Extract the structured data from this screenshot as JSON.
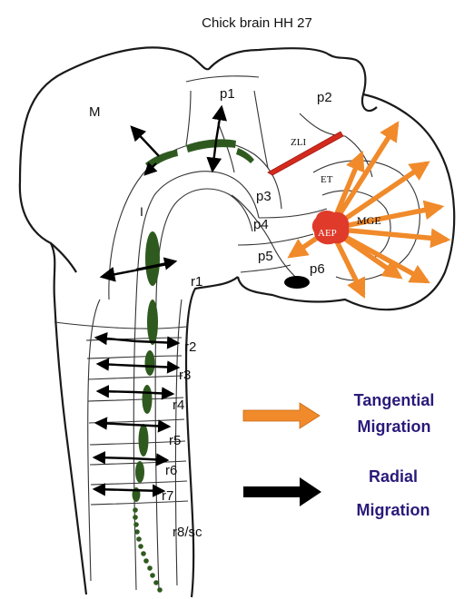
{
  "title": "Chick brain HH 27",
  "regions": {
    "M": "M",
    "I": "I",
    "p1": "p1",
    "p2": "p2",
    "p3": "p3",
    "p4": "p4",
    "p5": "p5",
    "p6": "p6",
    "ZLI": "ZLI",
    "ET": "ET",
    "MGE": "MGE",
    "AEP": "AEP"
  },
  "rhombomeres": [
    "r1",
    "r2",
    "r3",
    "r4",
    "r5",
    "r6",
    "r7",
    "r8/sc"
  ],
  "legend": {
    "tangential": {
      "line1": "Tangential",
      "line2": "Migration"
    },
    "radial": {
      "line1": "Radial",
      "line2": "Migration"
    }
  },
  "colors": {
    "tangential_arrow": "#f08a2a",
    "radial_arrow": "#000000",
    "neural_column": "#2f5a1f",
    "aep_fill": "#e03a2a",
    "zli_fill": "#d42a1e",
    "legend_text": "#2a1a7a",
    "outline": "#1a1a1a"
  }
}
